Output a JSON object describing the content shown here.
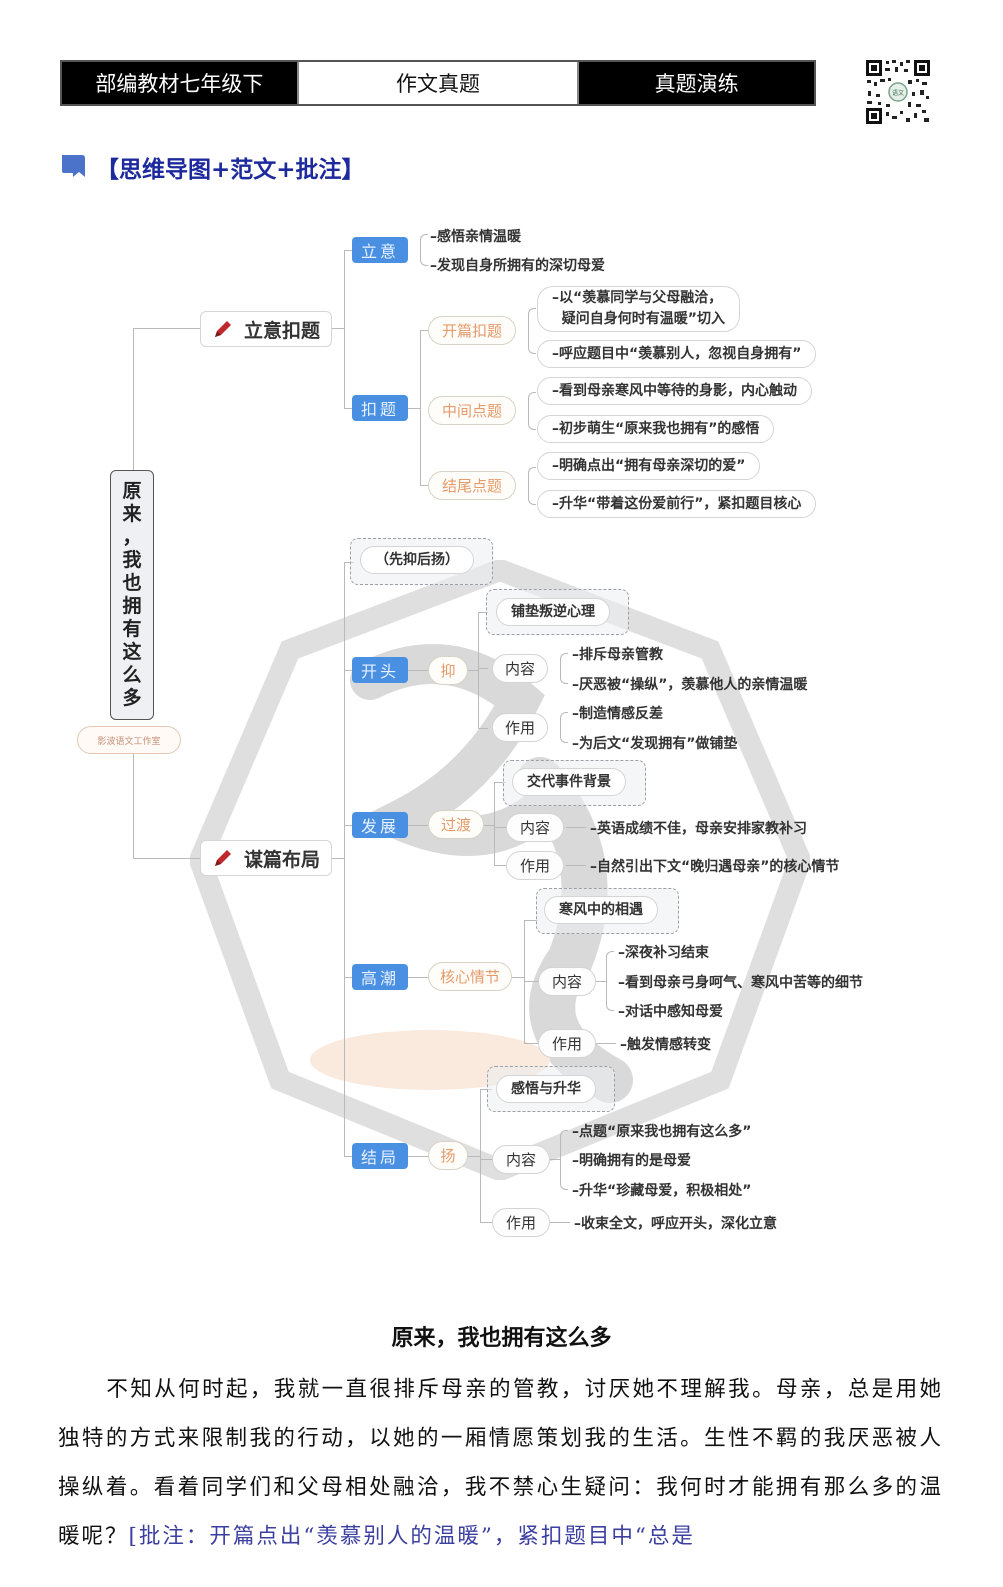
{
  "header": {
    "left_label": "部编教材七年级下",
    "center_label": "作文真题",
    "right_label": "真题演练"
  },
  "qr_code": {
    "center_label": "语文"
  },
  "section": {
    "title": "【思维导图+范文+批注】"
  },
  "mindmap": {
    "root": {
      "title": "原来，我也拥有这么多",
      "chars": [
        "原",
        "来",
        "，",
        "我",
        "也",
        "拥",
        "有",
        "这",
        "么",
        "多"
      ],
      "tag": "影波语文工作室"
    },
    "branch1": {
      "label": "立意扣题",
      "liyi": {
        "label": "立意",
        "items": [
          "–感悟亲情温暖",
          "–发现自身所拥有的深切母爱"
        ]
      },
      "kouti": {
        "label": "扣题",
        "kaipian": {
          "label": "开篇扣题",
          "items": [
            "–以“羡慕同学与父母融洽，\n  疑问自身何时有温暖”切入",
            "–呼应题目中“羡慕别人，忽视自身拥有”"
          ]
        },
        "zhongjian": {
          "label": "中间点题",
          "items": [
            "–看到母亲寒风中等待的身影，内心触动",
            "–初步萌生“原来我也拥有”的感悟"
          ]
        },
        "jiewei": {
          "label": "结尾点题",
          "items": [
            "–明确点出“拥有母亲深切的爱”",
            "–升华“带着这份爱前行”，紧扣题目核心"
          ]
        }
      }
    },
    "branch2": {
      "label": "谋篇布局",
      "strategy": "（先抑后扬）",
      "kaitou": {
        "label": "开头",
        "sub": "抑",
        "summary": "铺垫叛逆心理",
        "content_label": "内容",
        "content": [
          "–排斥母亲管教",
          "–厌恶被“操纵”，羡慕他人的亲情温暖"
        ],
        "effect_label": "作用",
        "effect": [
          "–制造情感反差",
          "–为后文“发现拥有”做铺垫"
        ]
      },
      "fazhan": {
        "label": "发展",
        "sub": "过渡",
        "summary": "交代事件背景",
        "content_label": "内容",
        "content": [
          "–英语成绩不佳，母亲安排家教补习"
        ],
        "effect_label": "作用",
        "effect": [
          "–自然引出下文“晚归遇母亲”的核心情节"
        ]
      },
      "gaochao": {
        "label": "高潮",
        "sub": "核心情节",
        "summary": "寒风中的相遇",
        "content_label": "内容",
        "content": [
          "–深夜补习结束",
          "–看到母亲弓身呵气、寒风中苦等的细节",
          "–对话中感知母爱"
        ],
        "effect_label": "作用",
        "effect": [
          "–触发情感转变"
        ]
      },
      "jieju": {
        "label": "结局",
        "sub": "扬",
        "summary": "感悟与升华",
        "content_label": "内容",
        "content": [
          "–点题“原来我也拥有这么多”",
          "–明确拥有的是母爱",
          "–升华“珍藏母爱，积极相处”"
        ],
        "effect_label": "作用",
        "effect": [
          "–收束全文，呼应开头，深化立意"
        ]
      }
    }
  },
  "essay": {
    "title": "原来，我也拥有这么多",
    "paragraph1": "不知从何时起，我就一直很排斥母亲的管教，讨厌她不理解我。母亲，总是用她独特的方式来限制我的行动，以她的一厢情愿策划我的生活。生性不羁的我厌恶被人操纵着。看着同学们和父母相处融洽，我不禁心生疑问：我何时才能拥有那么多的温暖呢？",
    "annotation": "[批注：开篇点出“羡慕别人的温暖”，紧扣题目中“总是"
  },
  "colors": {
    "blue_node": "#4a90e2",
    "orange_text": "#e59a6a",
    "title_blue": "#1d2a9e",
    "annotation": "#3b3fa0",
    "pencil": "#c0282d"
  }
}
